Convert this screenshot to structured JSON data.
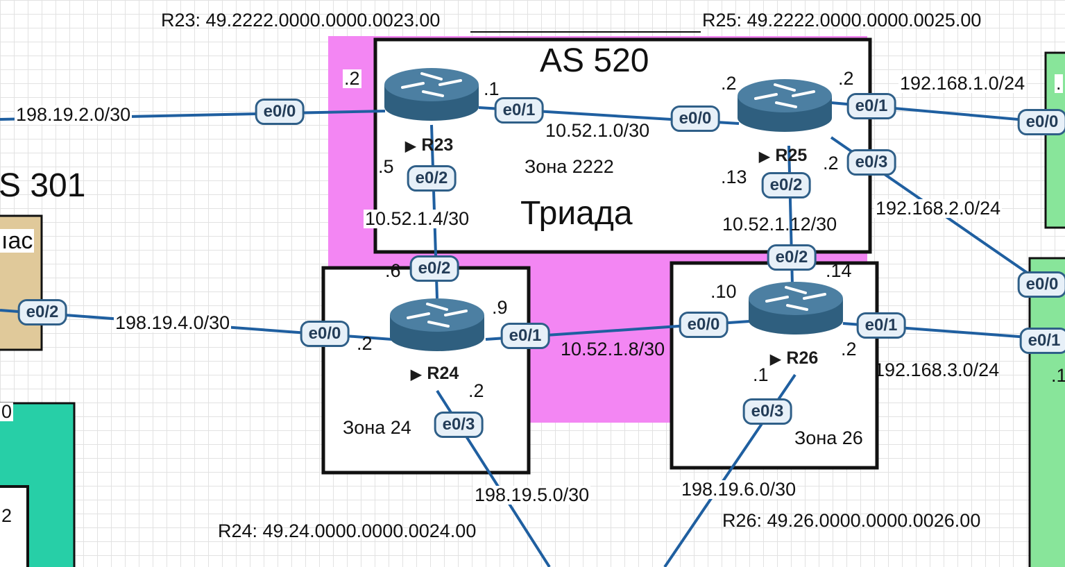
{
  "diagram": {
    "as_main": "AS 520",
    "as_left": "S 301",
    "triad_label": "Триада",
    "left_box_label": "ıас",
    "zones": {
      "z2222": "Зона 2222",
      "z24": "Зона 24",
      "z26": "Зона 26"
    },
    "nsap": {
      "r23": "R23: 49.2222.0000.0000.0023.00",
      "r25": "R25: 49.2222.0000.0000.0025.00",
      "r24": "R24: 49.24.0000.0000.0024.00",
      "r26": "R26: 49.26.0000.0000.0026.00"
    },
    "routers": [
      {
        "id": "r23",
        "name": "R23",
        "icon": "router-icon"
      },
      {
        "id": "r25",
        "name": "R25",
        "icon": "router-icon"
      },
      {
        "id": "r24",
        "name": "R24",
        "icon": "router-icon"
      },
      {
        "id": "r26",
        "name": "R26",
        "icon": "router-icon"
      }
    ],
    "interfaces": {
      "r23_e00": "e0/0",
      "r23_e01": "e0/1",
      "r23_e02": "e0/2",
      "r25_e00": "e0/0",
      "r25_e01": "e0/1",
      "r25_e03": "e0/3",
      "r25_e02": "e0/2",
      "r24_e02": "e0/2",
      "r24_e00": "e0/0",
      "r24_e01": "e0/1",
      "r24_e03": "e0/3",
      "r26_e02": "e0/2",
      "r26_e00": "e0/0",
      "r26_e01": "e0/1",
      "r26_e03": "e0/3",
      "ext_left_e02": "e0/2",
      "ext_right_e00a": "e0/0",
      "ext_right_e00b": "e0/0",
      "ext_right_e01": "e0/1"
    },
    "networks": {
      "n_198_19_2": "198.19.2.0/30",
      "n_10_52_1_0": "10.52.1.0/30",
      "n_192_168_1": "192.168.1.0/24",
      "n_192_168_2": "192.168.2.0/24",
      "n_10_52_1_4": "10.52.1.4/30",
      "n_10_52_1_12": "10.52.1.12/30",
      "n_198_19_4": "198.19.4.0/30",
      "n_10_52_1_8": "10.52.1.8/30",
      "n_192_168_3": "192.168.3.0/24",
      "n_198_19_5": "198.19.5.0/30",
      "n_198_19_6": "198.19.6.0/30"
    },
    "hosts": {
      "r23_e00": ".2",
      "r23_e01": ".1",
      "r23_e02": ".5",
      "r25_e00": ".2",
      "r25_e01": ".2",
      "r25_e03": ".2",
      "r25_e02": ".13",
      "r24_e02": ".6",
      "r24_e01": ".9",
      "r24_e00": ".2",
      "r24_e03": ".2",
      "r26_e00": ".10",
      "r26_e02": ".14",
      "r26_e01": ".2",
      "r26_e03": ".1",
      "edge_left_bottom": "2",
      "edge_left_mid": "0",
      "edge_right_top": ".",
      "edge_right_bottom": ".1"
    },
    "colors": {
      "link": "#1f5fa0",
      "as_fill": "#f386f3",
      "left_box_fill": "#e0c99a",
      "teal_box_fill": "#27cfa7",
      "green_box_fill": "#88e59a",
      "router_body": "#3b6d8f",
      "iface_border": "#2f5f88",
      "iface_fill": "#e7f0f8"
    }
  }
}
